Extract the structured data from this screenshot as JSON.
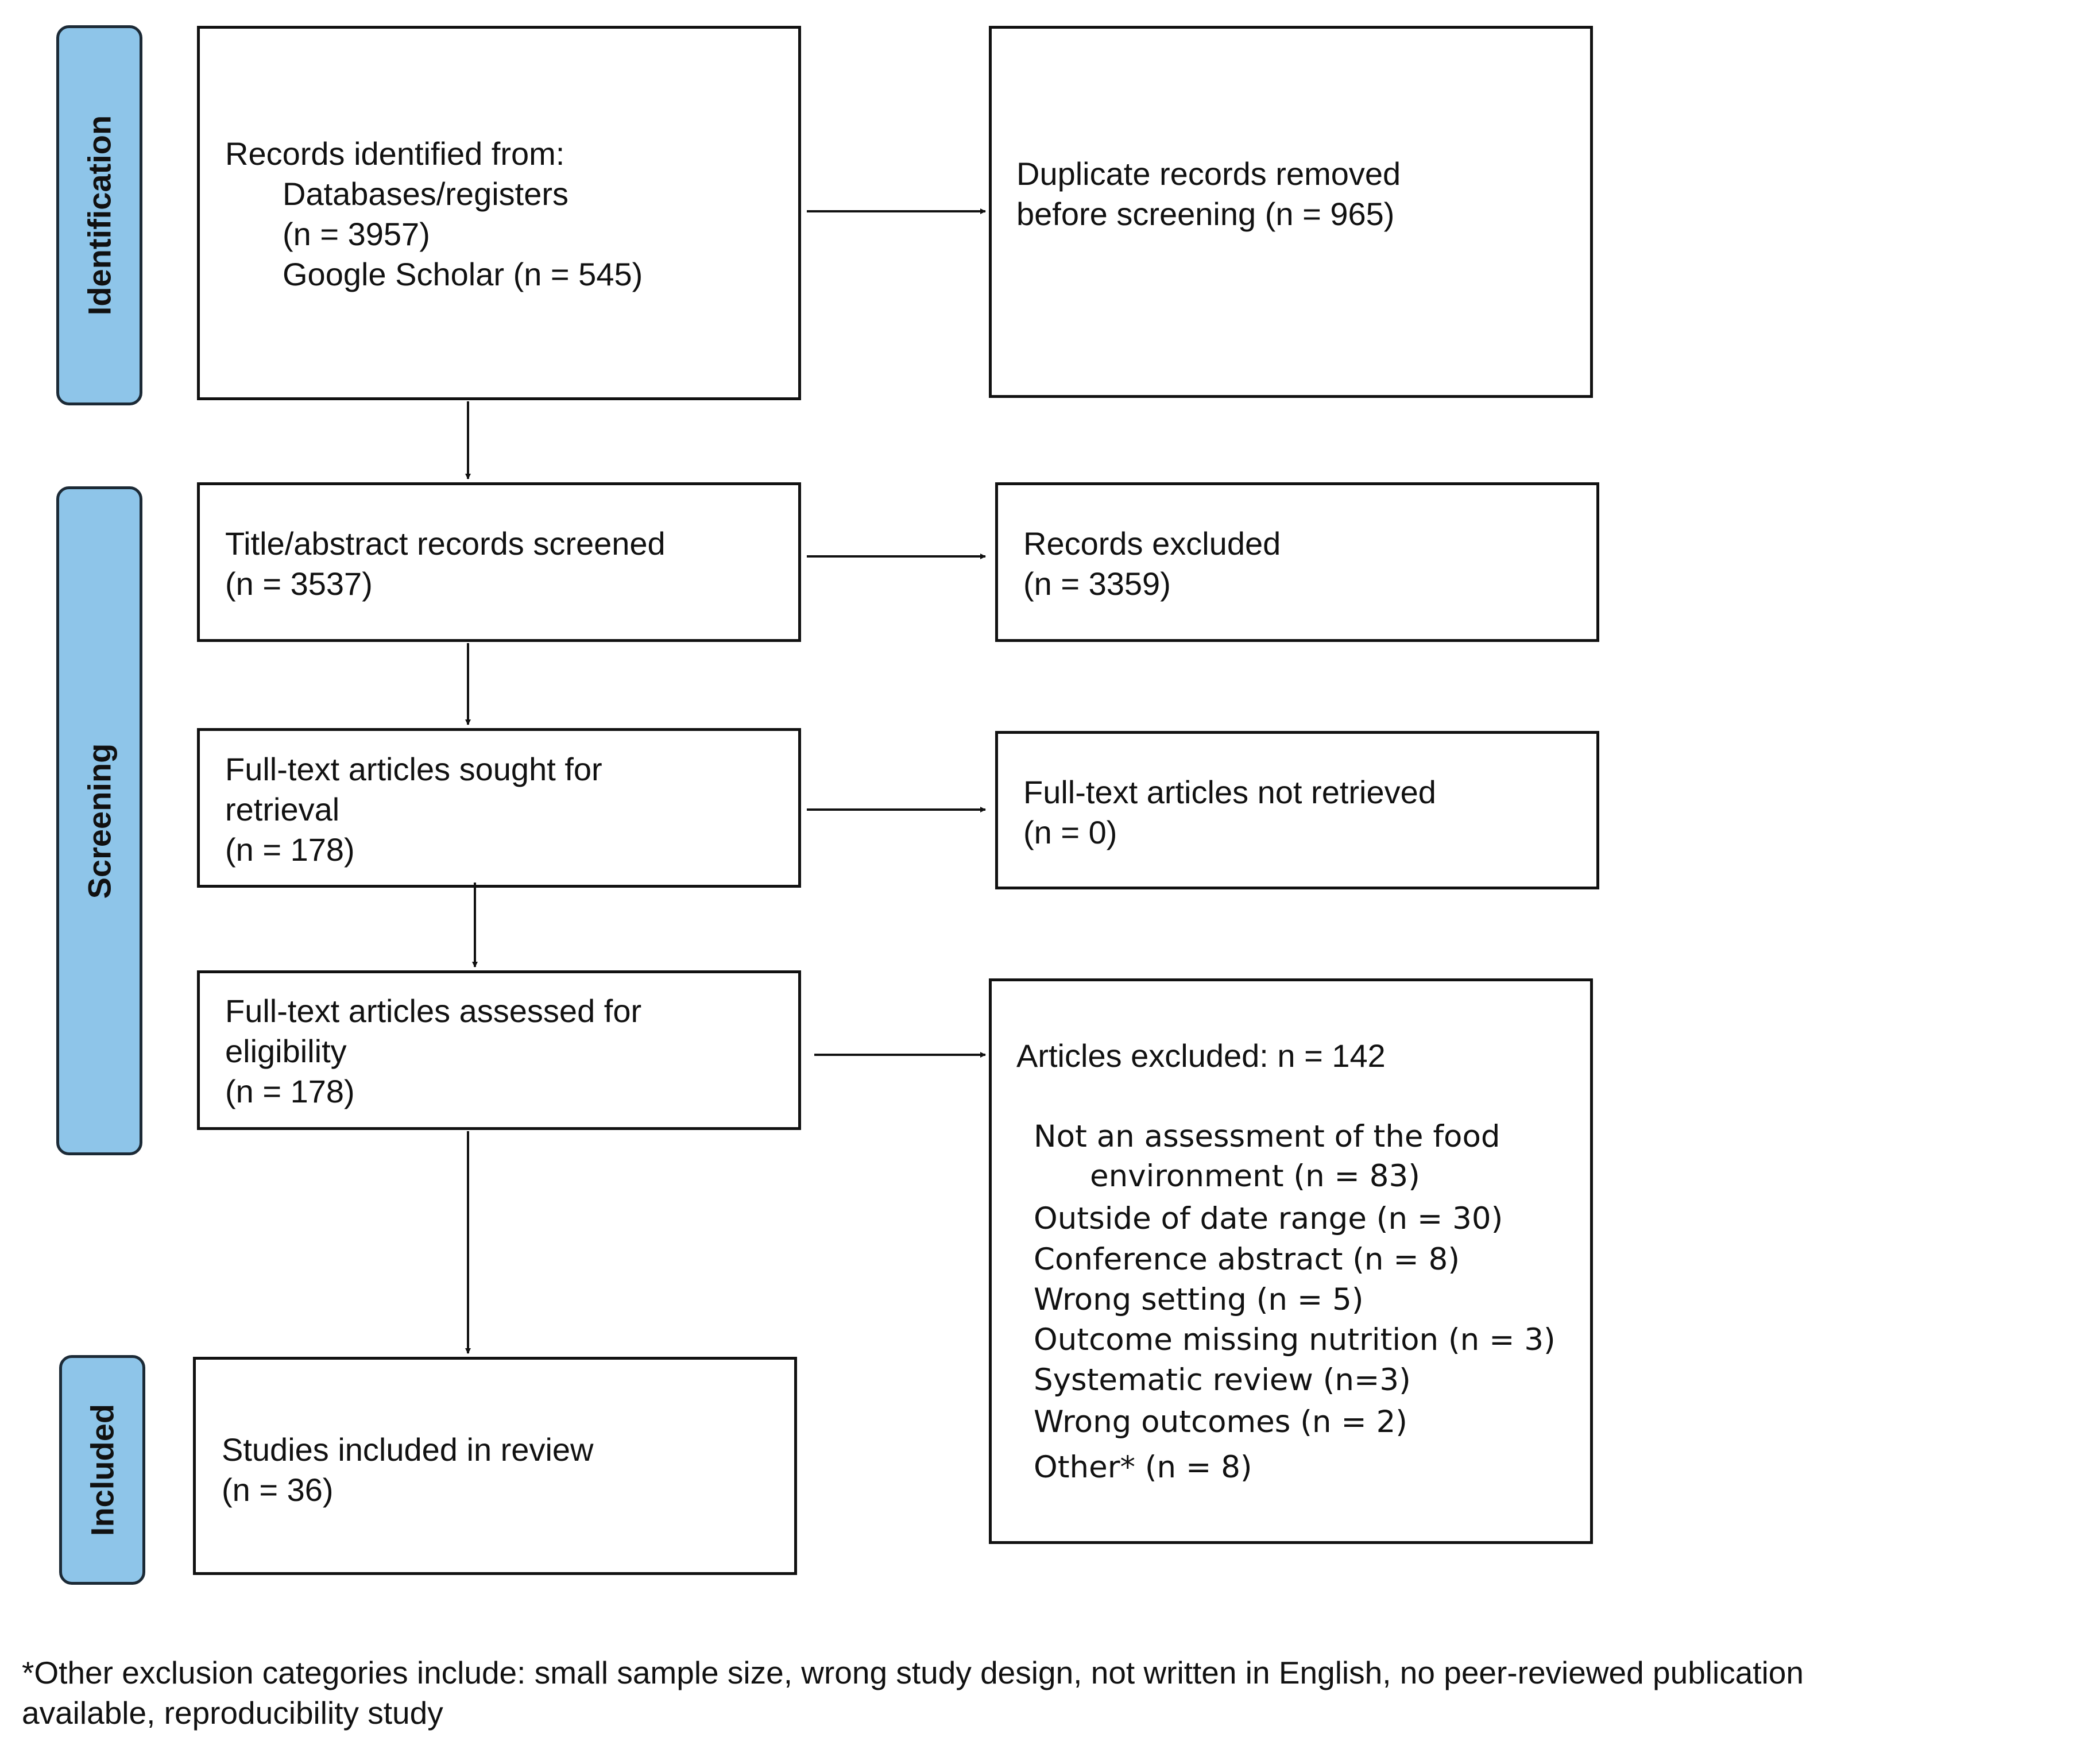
{
  "stages": {
    "identification": "Identification",
    "screening": "Screening",
    "included": "Included"
  },
  "identification_box": {
    "line1": "Records identified from:",
    "line2": "Databases/registers",
    "line3": "(n = 3957)",
    "line4": "Google Scholar (n = 545)"
  },
  "duplicates_box": {
    "line1": "Duplicate records removed",
    "line2": "before screening  (n = 965)"
  },
  "screened_box": {
    "line1": "Title/abstract records screened",
    "line2": "(n = 3537)"
  },
  "excluded_records_box": {
    "line1": "Records excluded",
    "line2": "(n = 3359)"
  },
  "sought_box": {
    "line1": "Full-text articles sought for",
    "line2": "retrieval",
    "line3": "(n = 178)"
  },
  "not_retrieved_box": {
    "line1": "Full-text articles not retrieved",
    "line2": "(n = 0)"
  },
  "assessed_box": {
    "line1": "Full-text articles assessed for",
    "line2": "eligibility",
    "line3": "(n = 178)"
  },
  "articles_excluded_box": {
    "heading": "Articles excluded: n = 142",
    "reasons": [
      "Not an assessment of the food",
      "environment (n = 83)",
      "Outside of date range (n = 30)",
      "Conference abstract (n = 8)",
      "Wrong setting (n = 5)",
      "Outcome missing nutrition (n = 3)",
      "Systematic review (n=3)",
      "Wrong outcomes (n = 2)",
      "Other* (n = 8)"
    ]
  },
  "included_box": {
    "line1": "Studies included in review",
    "line2": "(n = 36)"
  },
  "footnote": {
    "line1": "*Other exclusion categories include: small sample size, wrong study design, not written in English, no peer-reviewed publication",
    "line2": "available, reproducibility study"
  }
}
